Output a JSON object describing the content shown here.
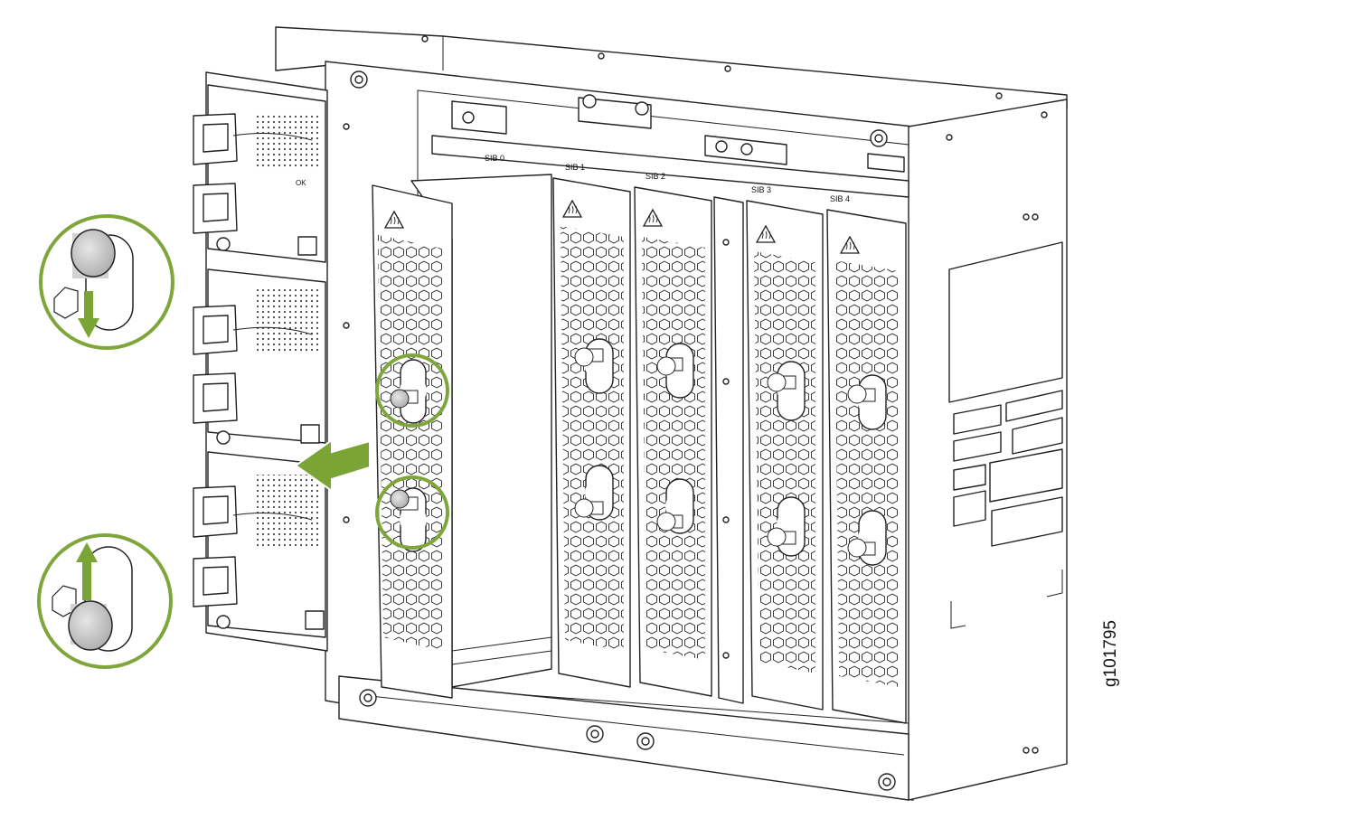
{
  "figure": {
    "id_label": "g101795",
    "slot_labels": [
      "SIB 0",
      "SIB 1",
      "SIB 2",
      "SIB 3",
      "SIB 4"
    ],
    "psu_indicator_label": "OK",
    "warning_icon": "hot-surface-warning-icon",
    "callout_icons": [
      "pull-down-arrow-icon",
      "push-up-arrow-icon",
      "remove-left-arrow-icon"
    ],
    "colors": {
      "accent_green": "#7aa536",
      "callout_ring": "#7ea63b",
      "line": "#222222",
      "knob_gray": "#c8c8c8"
    }
  }
}
